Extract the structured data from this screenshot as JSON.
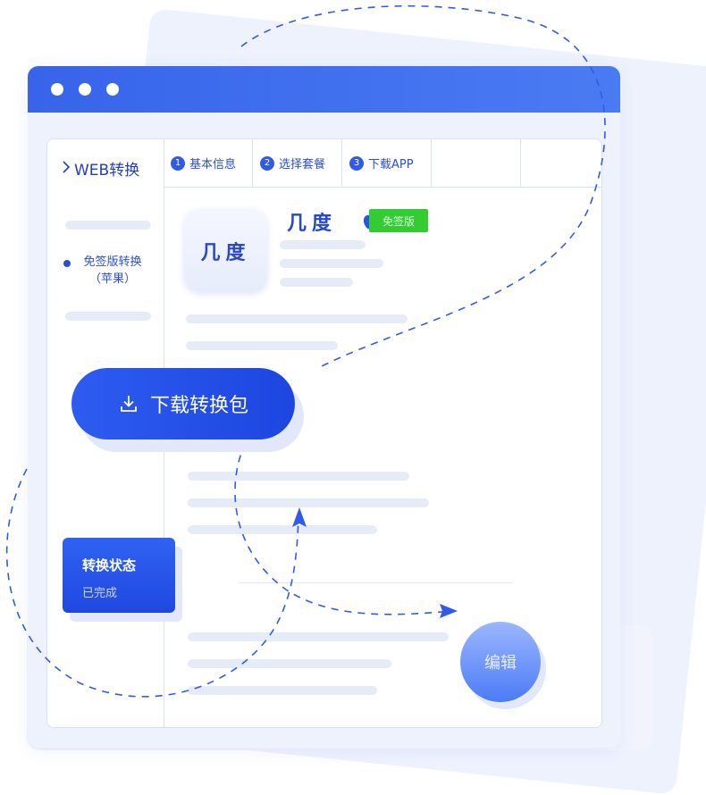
{
  "browser": {
    "dots": 3
  },
  "sidebar": {
    "title": "WEB转换",
    "active_item_line1": "免签版转换",
    "active_item_line2": "（苹果）"
  },
  "tabs": [
    {
      "number": "1",
      "label": "基本信息"
    },
    {
      "number": "2",
      "label": "选择套餐"
    },
    {
      "number": "3",
      "label": "下载APP"
    }
  ],
  "app": {
    "icon_text": "几度",
    "name": "几度",
    "platform_icon": "apple-icon",
    "badge": "免签版"
  },
  "download_button": {
    "label": "下载转换包",
    "icon": "download-icon"
  },
  "status_card": {
    "title": "转换状态",
    "value": "已完成"
  },
  "edit_button": {
    "label": "编辑"
  },
  "colors": {
    "primary": "#2d5cf0",
    "titlebar": "#3764ea",
    "badge_green": "#33cc33",
    "panel_bg": "#eef2fd"
  }
}
